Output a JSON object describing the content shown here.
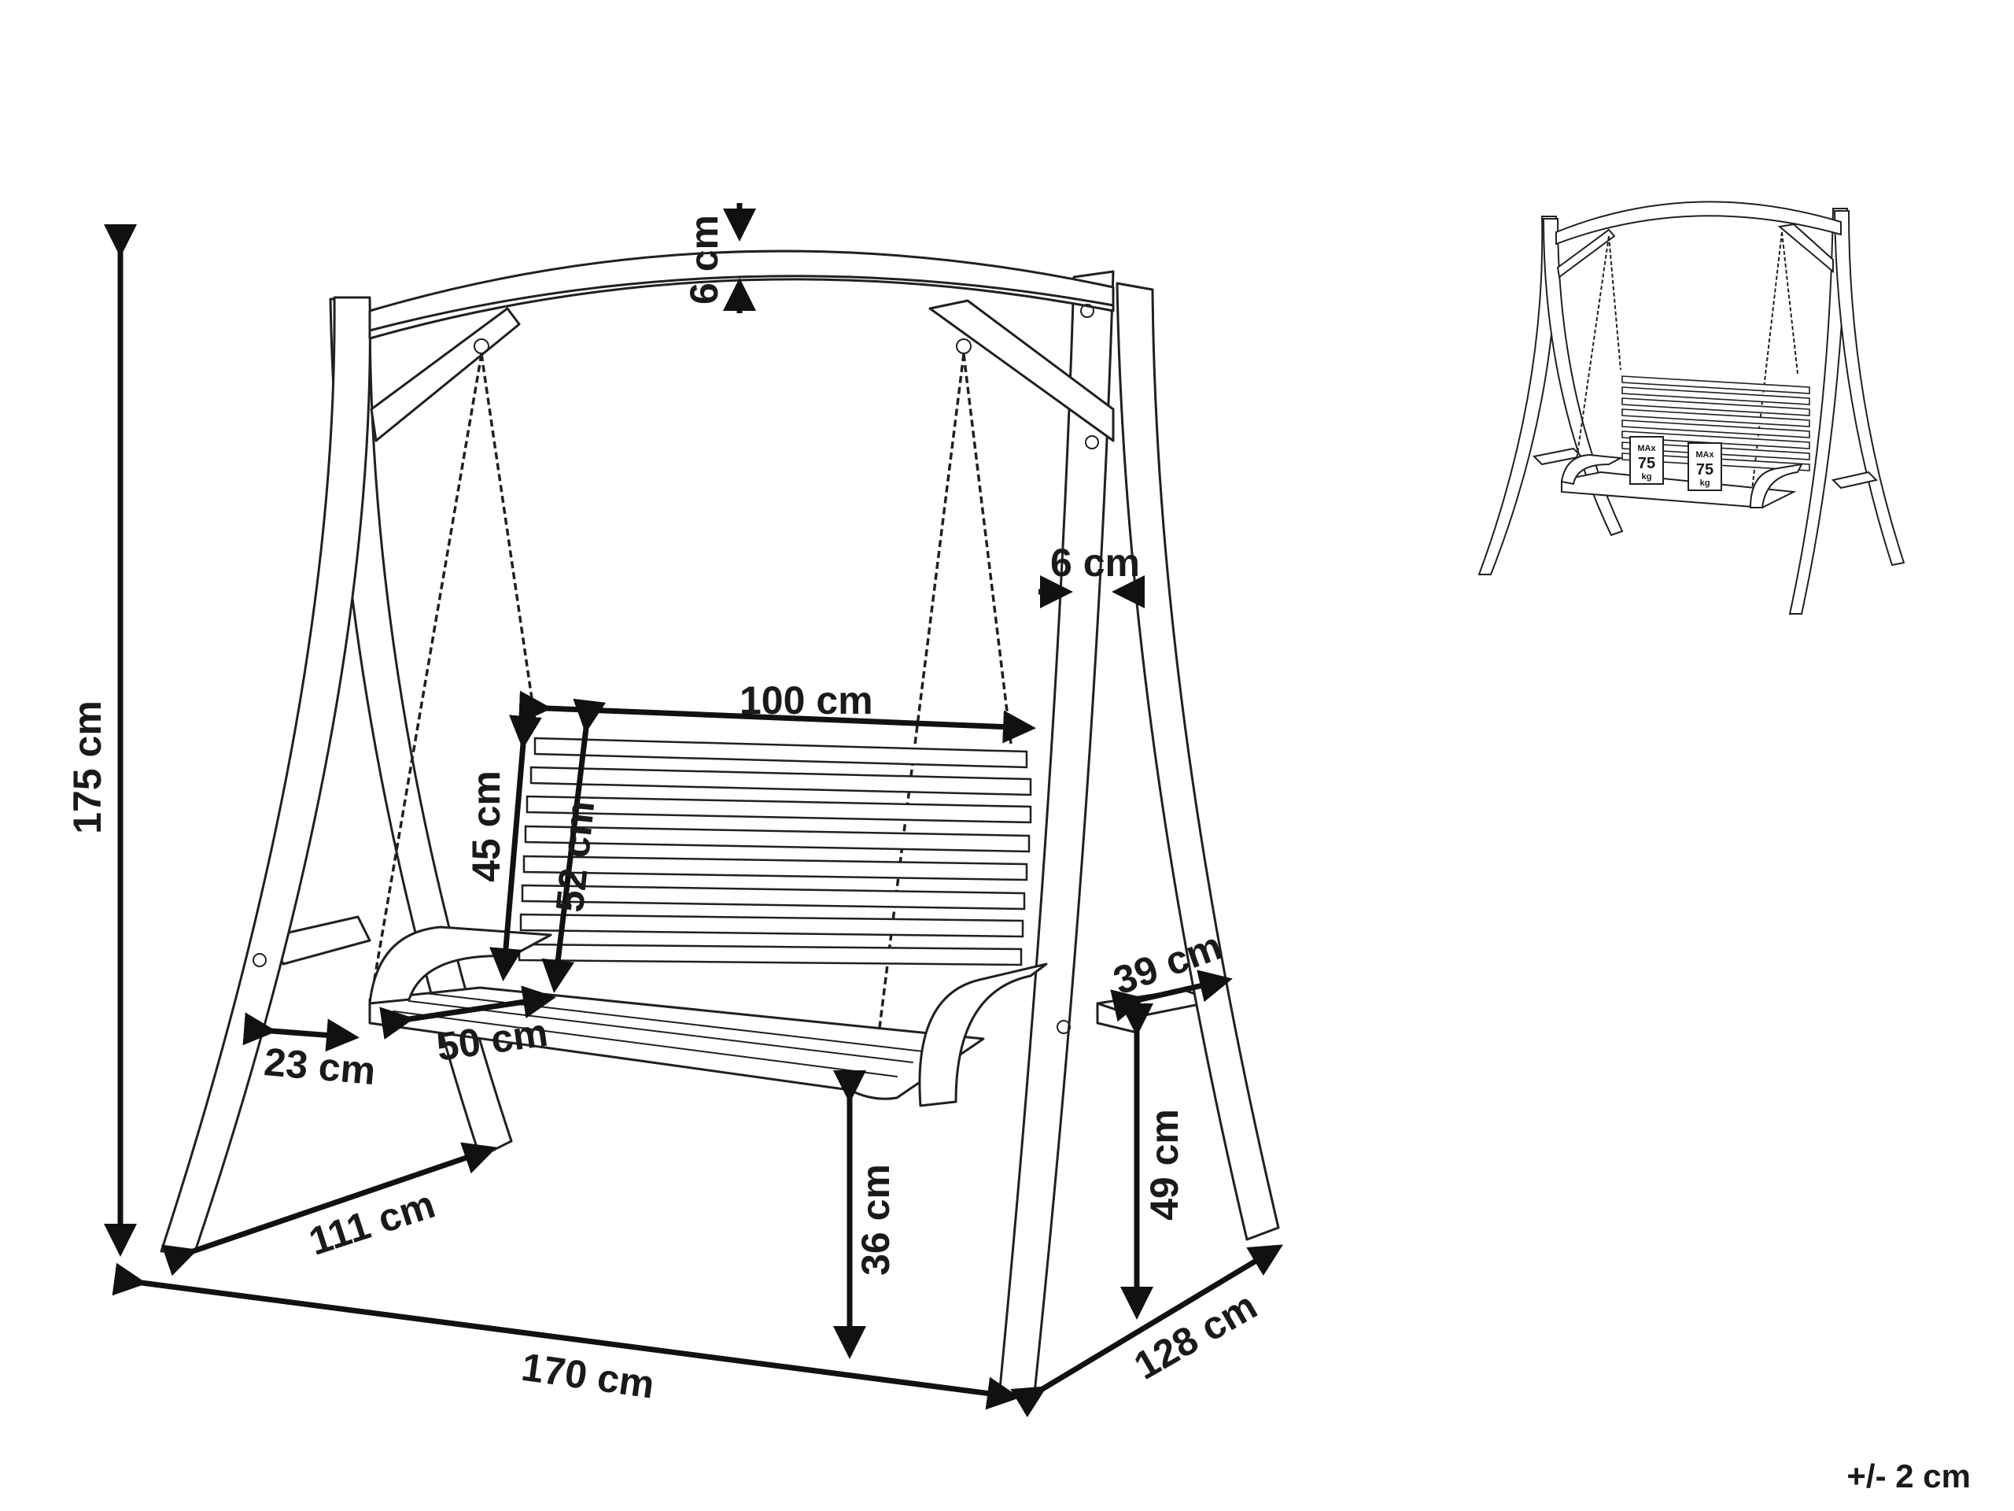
{
  "dimensions": {
    "height_total": "175 cm",
    "beam_thickness": "6 cm",
    "post_thickness": "6 cm",
    "seat_width": "100 cm",
    "backrest_height": "45 cm",
    "backrest_total": "52 cm",
    "armrest_depth": "39 cm",
    "seat_depth": "50 cm",
    "side_overhang": "23 cm",
    "base_depth_inner": "111 cm",
    "seat_height": "36 cm",
    "armrest_height": "49 cm",
    "base_width": "170 cm",
    "base_depth_outer": "128 cm"
  },
  "tolerance": "+/- 2 cm",
  "thumbnail": {
    "badge_left": {
      "line1": "MAx",
      "line2": "75",
      "line3": "kg"
    },
    "badge_right": {
      "line1": "MAx",
      "line2": "75",
      "line3": "kg"
    }
  }
}
